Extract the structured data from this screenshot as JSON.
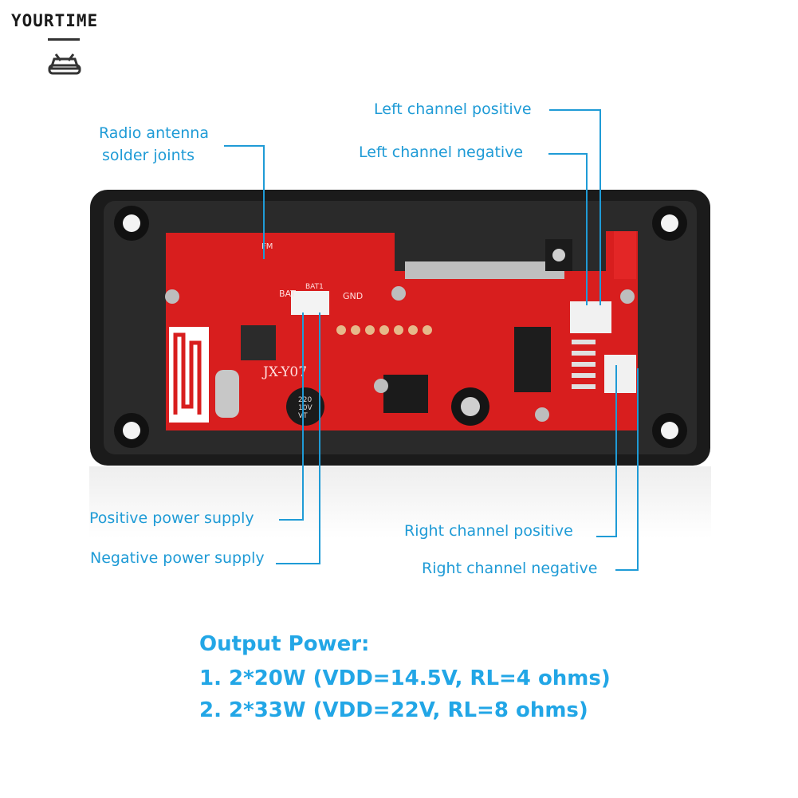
{
  "brand": {
    "name": "YOURTIME"
  },
  "board": {
    "silk_model": "JX-Y07",
    "silk_bat": "BAT1",
    "silk_fm": "FM",
    "silk_gnd": "GND",
    "silk_bat_side": "BAT",
    "cap_text_1": "220",
    "cap_text_2": "10V",
    "cap_text_3": "VT"
  },
  "callouts": {
    "radio_antenna_line1": "Radio antenna",
    "radio_antenna_line2": "solder joints",
    "left_positive": "Left channel positive",
    "left_negative": "Left channel negative",
    "positive_supply": "Positive power supply",
    "negative_supply": "Negative power supply",
    "right_positive": "Right channel positive",
    "right_negative": "Right channel negative"
  },
  "specs": {
    "heading": "Output Power:",
    "line1": "1. 2*20W (VDD=14.5V, RL=4 ohms)",
    "line2": "2. 2*33W (VDD=22V, RL=8 ohms)"
  },
  "colors": {
    "accent": "#1f9bd6",
    "pcb": "#d81e1e",
    "case": "#1b1b1b"
  }
}
